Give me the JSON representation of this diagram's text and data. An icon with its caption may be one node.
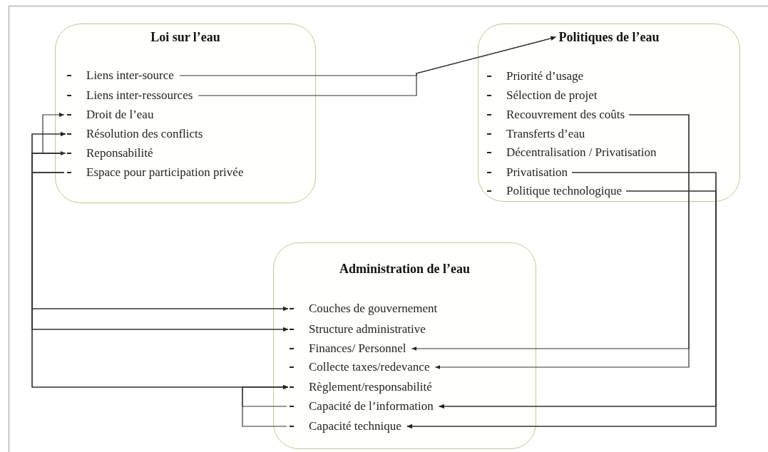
{
  "diagram": {
    "nodes": [
      {
        "text": [
          "Loi sur l’eau"
        ]
      },
      {
        "text": [
          "Liens inter-source"
        ],
        "in": 0
      },
      {
        "text": [
          "Liens inter-ressources"
        ],
        "in": 0
      },
      {
        "text": [
          "Droit de l’eau"
        ],
        "in": 0
      },
      {
        "text": [
          "Résolution des conflicts"
        ],
        "in": 0
      },
      {
        "text": [
          "Reponsabilité"
        ],
        "in": 0
      },
      {
        "text": [
          "Espace pour participation privée"
        ],
        "in": 0
      },
      {
        "text": [
          "Politiques de l’eau"
        ]
      },
      {
        "text": [
          "Priorité d’usage"
        ],
        "in": 7
      },
      {
        "text": [
          "Sélection de projet"
        ],
        "in": 7
      },
      {
        "text": [
          "Recouvrement des coûts"
        ],
        "in": 7
      },
      {
        "text": [
          "Transferts d’eau"
        ],
        "in": 7
      },
      {
        "text": [
          "Décentralisation / Privatisation"
        ],
        "in": 7
      },
      {
        "text": [
          "Privatisation"
        ],
        "in": 7
      },
      {
        "text": [
          "Politique technologique"
        ],
        "in": 7
      },
      {
        "text": [
          "Administration de l’eau"
        ]
      },
      {
        "text": [
          "Couches de gouvernement"
        ],
        "in": 15
      },
      {
        "text": [
          "Structure administrative"
        ],
        "in": 15
      },
      {
        "text": [
          "Finances/ Personnel"
        ],
        "in": 15
      },
      {
        "text": [
          "Collecte taxes/redevance"
        ],
        "in": 15
      },
      {
        "text": [
          "Règlement/responsabilité"
        ],
        "in": 15
      },
      {
        "text": [
          "Capacité de l’information"
        ],
        "in": 15
      },
      {
        "text": [
          "Capacité technique"
        ],
        "in": 15
      }
    ],
    "edges": [
      {
        "from": 1,
        "to": 7,
        "arrow": "to"
      },
      {
        "from": 2,
        "to": 7,
        "arrow": "to"
      },
      {
        "from": 3,
        "to": 5,
        "arrow": "both"
      },
      {
        "from": 5,
        "to": 4,
        "arrow": "to"
      },
      {
        "from": 6,
        "to": 4,
        "arrow": "to"
      },
      {
        "from": 5,
        "to": 16,
        "arrow": "to"
      },
      {
        "from": 6,
        "to": 16,
        "arrow": "to"
      },
      {
        "from": 5,
        "to": 17,
        "arrow": "to"
      },
      {
        "from": 6,
        "to": 17,
        "arrow": "to"
      },
      {
        "from": 5,
        "to": 20,
        "arrow": "to"
      },
      {
        "from": 6,
        "to": 20,
        "arrow": "to"
      },
      {
        "from": 21,
        "to": 20,
        "arrow": "to"
      },
      {
        "from": 22,
        "to": 20,
        "arrow": "to"
      },
      {
        "from": 10,
        "to": 18,
        "arrow": "to"
      },
      {
        "from": 10,
        "to": 19,
        "arrow": "to"
      },
      {
        "from": 13,
        "to": 21,
        "arrow": "to"
      },
      {
        "from": 14,
        "to": 21,
        "arrow": "to"
      },
      {
        "from": 13,
        "to": 22,
        "arrow": "to"
      },
      {
        "from": 14,
        "to": 22,
        "arrow": "to"
      }
    ]
  }
}
